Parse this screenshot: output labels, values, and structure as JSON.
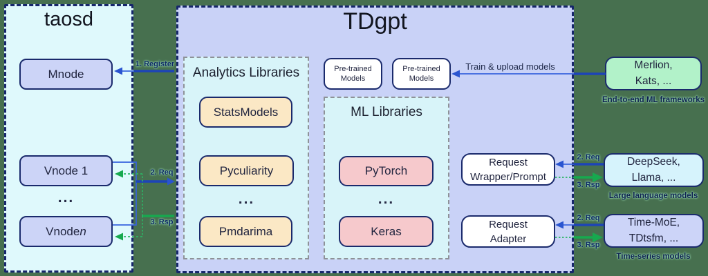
{
  "colors": {
    "background": "#47704F",
    "container_border": "#16266B",
    "taosd_fill": "#DFF9FC",
    "tdgpt_fill": "#C9D2F7",
    "library_panel_fill": "#D8F4F9",
    "node_fill": "#CCD4F7",
    "analytics_item_fill": "#FBE8C5",
    "ml_item_fill": "#F6C9CC",
    "white_box_fill": "#FFFFFF",
    "frameworks_fill": "#B2F2C9",
    "llm_fill": "#D6F3FC",
    "tsm_fill": "#CCD4F8",
    "req_arrow_blue": "#2350C8",
    "rsp_arrow_green": "#17A94F"
  },
  "taosd": {
    "title": "taosd",
    "mnode": "Mnode",
    "vnode1": "Vnode 1",
    "ellipsis": "...",
    "vnode_n_text": "Vnode ",
    "vnode_n_italic": "n"
  },
  "tdgpt": {
    "title": "TDgpt",
    "analytics": {
      "title": "Analytics Libraries",
      "items": [
        "StatsModels",
        "Pyculiarity",
        "...",
        "Pmdarima"
      ]
    },
    "ml": {
      "title": "ML Libraries",
      "items": [
        "PyTorch",
        "...",
        "Keras"
      ]
    },
    "pretrained": {
      "line1": "Pre-trained",
      "line2": "Models"
    },
    "wrapper": {
      "line1": "Request",
      "line2": "Wrapper/Prompt"
    },
    "adapter": {
      "line1": "Request",
      "line2": "Adapter"
    }
  },
  "external": {
    "frameworks": {
      "line1": "Merlion,",
      "line2": "Kats, ...",
      "caption": "End-to-end ML frameworks"
    },
    "llm": {
      "line1": "DeepSeek,",
      "line2": "Llama, ...",
      "caption": "Large language models"
    },
    "tsm": {
      "line1": "Time-MoE,",
      "line2": "TDtsfm, ...",
      "caption": "Time-series models"
    }
  },
  "arrows": {
    "register": "1. Register",
    "req": "2. Req",
    "rsp": "3. Rsp",
    "train": "Train & upload models"
  }
}
